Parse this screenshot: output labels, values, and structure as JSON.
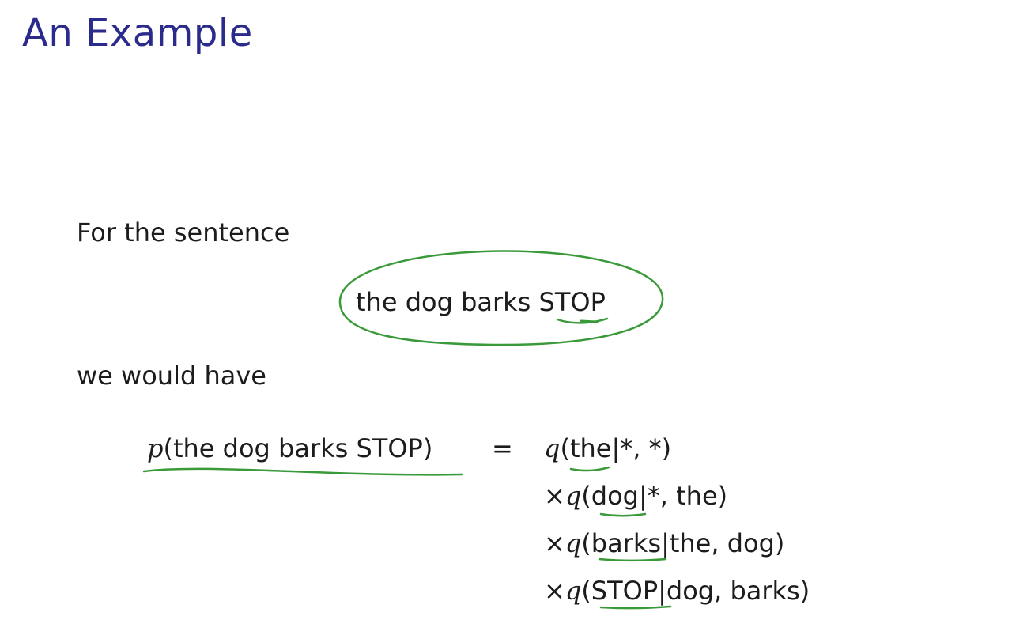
{
  "slide": {
    "title": "An Example",
    "intro": "For the sentence",
    "sentence": "the dog barks STOP",
    "outro": "we would have"
  },
  "equation": {
    "lhs_fn": "p",
    "lhs_arg": "(the dog barks STOP)",
    "equals": "=",
    "times_symbol": "×",
    "rhs_fn": "q",
    "rows": [
      {
        "word": "the",
        "context": "|*, *)"
      },
      {
        "word": "dog",
        "context": "|*, the)"
      },
      {
        "word": "barks",
        "context": "|the, dog)"
      },
      {
        "word": "STOP",
        "context": "|dog, barks)"
      }
    ]
  },
  "colors": {
    "title": "#2b2b8c",
    "annotation": "#3a9a3a",
    "text": "#1c1c1c"
  }
}
